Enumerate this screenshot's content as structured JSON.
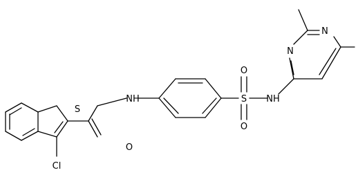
{
  "molecule": {
    "atoms": {
      "S_thio": "S",
      "NH_amide": "NH",
      "S_sulfonyl": "S",
      "NH_sulfonamide": "NH",
      "N_pyr_1": "N",
      "N_pyr_2": "N",
      "O_sulfonyl_top": "O",
      "O_sulfonyl_bottom": "O",
      "O_carbonyl": "O",
      "Cl": "Cl"
    }
  }
}
